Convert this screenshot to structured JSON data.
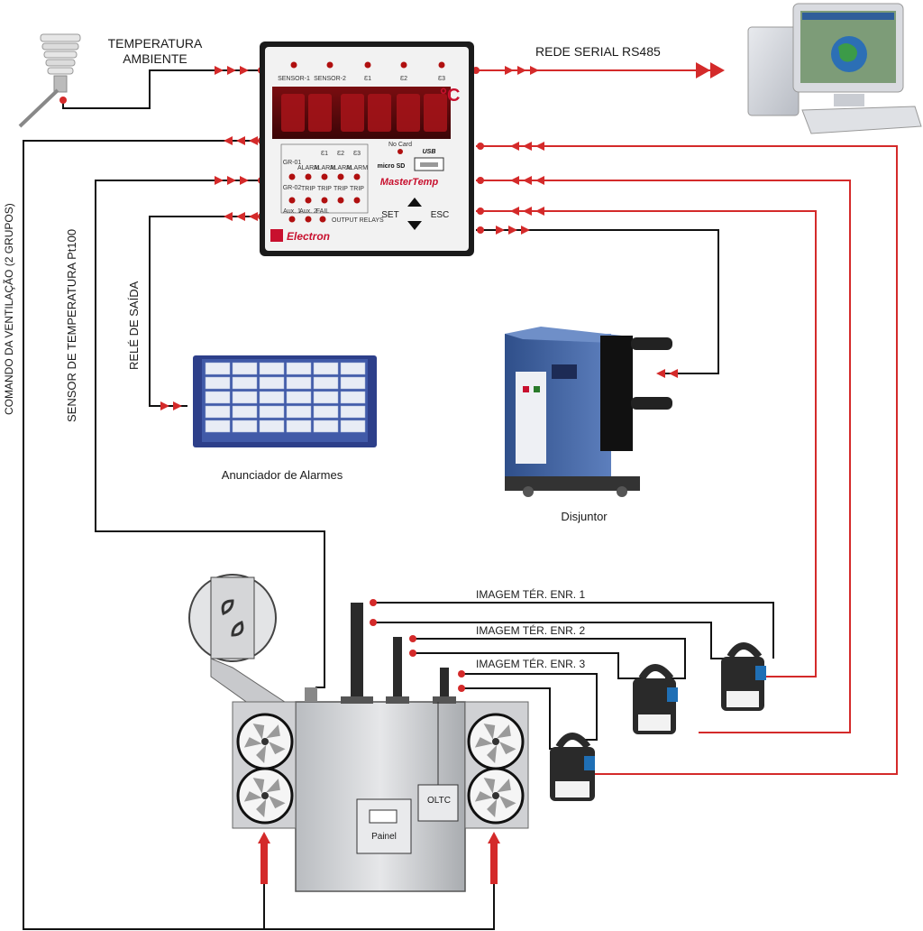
{
  "labels": {
    "ambient_temp_line1": "TEMPERATURA",
    "ambient_temp_line2": "AMBIENTE",
    "serial": "REDE SERIAL RS485",
    "fan_command": "COMANDO DA VENTILAÇÃO (2 GRUPOS)",
    "pt100": "SENSOR DE TEMPERATURA Pt100",
    "output_relay": "RELÉ DE SAÍDA",
    "annunciator": "Anunciador de Alarmes",
    "breaker": "Disjuntor",
    "winding1": "IMAGEM TÉR. ENR. 1",
    "winding2": "IMAGEM TÉR. ENR. 2",
    "winding3": "IMAGEM TÉR. ENR. 3",
    "oltc": "OLTC",
    "panel": "Painel"
  },
  "device": {
    "brand": "Electron",
    "model": "MasterTemp",
    "unit": "°C",
    "top_leds": [
      "SENSOR-1",
      "SENSOR-2",
      "Ɛ1",
      "Ɛ2",
      "Ɛ3"
    ],
    "col_heads": [
      "Ɛ1",
      "Ɛ2",
      "Ɛ3"
    ],
    "grp1": "GR-01",
    "grp2": "GR-02",
    "alarm": "ALARM",
    "trip": "TRIP",
    "aux1": "Aux. 1",
    "aux2": "Aux. 2",
    "fail": "FAIL",
    "output_relays": "OUTPUT RELAYS",
    "no_card": "No Card",
    "micro_sd": "micro SD",
    "usb": "USB",
    "set": "SET",
    "esc": "ESC"
  },
  "colors": {
    "signal_red": "#d42a2a",
    "wire_black": "#111111",
    "panel_red": "#c8102e"
  }
}
